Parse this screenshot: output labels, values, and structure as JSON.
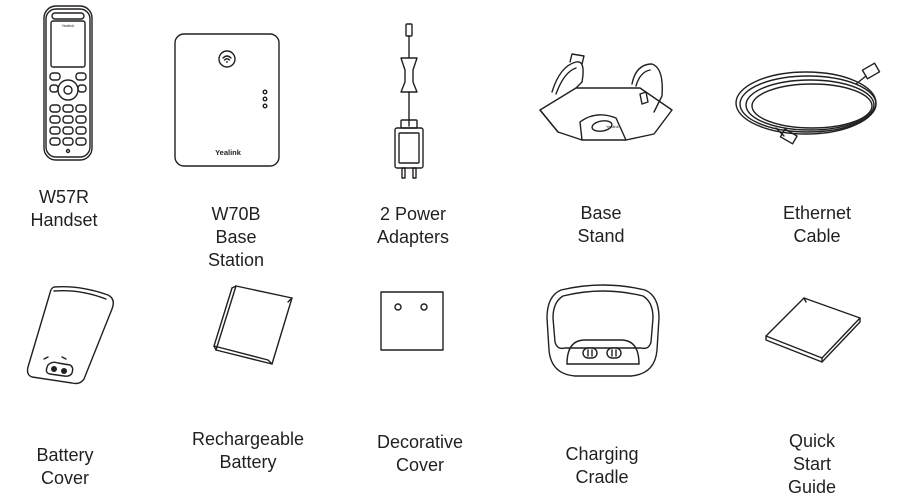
{
  "items": [
    {
      "label": "W57R\nHandset",
      "brand": "Yealink"
    },
    {
      "label": "W70B Base Station",
      "brand": "Yealink"
    },
    {
      "label": "2 Power Adapters"
    },
    {
      "label": "Base Stand"
    },
    {
      "label": "Ethernet Cable"
    },
    {
      "label": "Battery Cover"
    },
    {
      "label": "Rechargeable\nBattery"
    },
    {
      "label": "Decorative\nCover"
    },
    {
      "label": "Charging Cradle"
    },
    {
      "label": "Quick Start\nGuide"
    }
  ]
}
